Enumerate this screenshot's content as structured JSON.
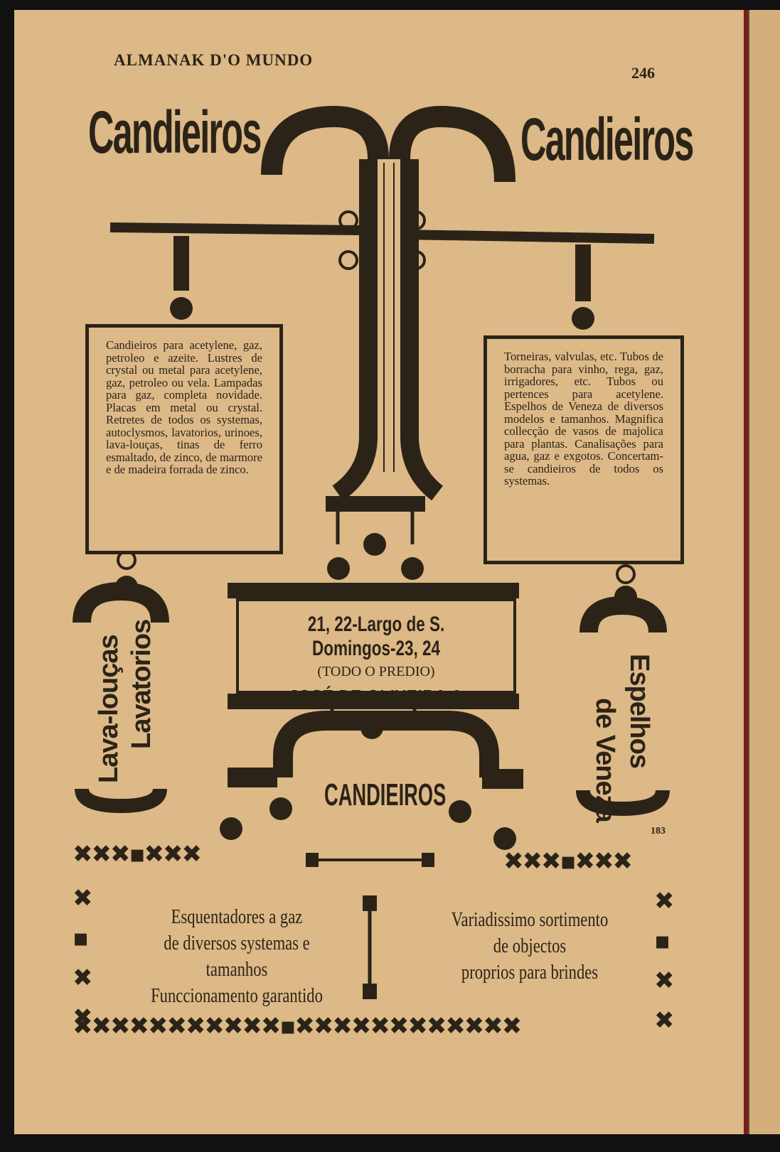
{
  "header": {
    "title": "ALMANAK D'O MUNDO",
    "page_number": "246"
  },
  "headline": {
    "left": "Candieiros",
    "right": "Candieiros"
  },
  "left_panel": {
    "text": "Candieiros para acetylene, gaz, petroleo e azeite. Lustres de crystal ou metal para acetylene, gaz, petroleo ou vela. Lampadas para gaz, completa novidade. Placas em metal ou crystal. Retretes de todos os systemas, autoclysmos, lavatorios, urinoes, lava-louças, tinas de ferro esmaltado, de zinco, de marmore e de madeira forrada de zinco."
  },
  "right_panel": {
    "text": "Torneiras, valvulas, etc. Tubos de borracha para vinho, rega, gaz, irrigadores, etc. Tubos ou pertences para acetylene. Espelhos de Veneza de diversos modelos e tamanhos. Magnifica collecção de vasos de majolica para plantas. Canalisações para agua, gaz e exgotos. Concertam-se candieiros de todos os systemas."
  },
  "address": {
    "line1": "21, 22-Largo de S. Domingos-23, 24",
    "line2": "(TODO O PREDIO)",
    "line3": "JOSÉ DE OLIVEIRA & BARROS"
  },
  "side_left": {
    "line1": "Lava-louças",
    "line2": "Lavatorios"
  },
  "side_right": {
    "line1": "Espelhos",
    "line2": "de Veneza"
  },
  "centre_label": "CANDIEIROS",
  "stub_number": "183",
  "bottom_left": {
    "line1": "Esquentadores a gaz",
    "line2": "de diversos systemas e tamanhos",
    "line3": "Funccionamento garantido"
  },
  "bottom_right": {
    "line1": "Variadissimo sortimento",
    "line2": "de objectos",
    "line3": "proprios para brindes"
  },
  "colors": {
    "paper": "#dcb987",
    "ink": "#2c2318"
  }
}
